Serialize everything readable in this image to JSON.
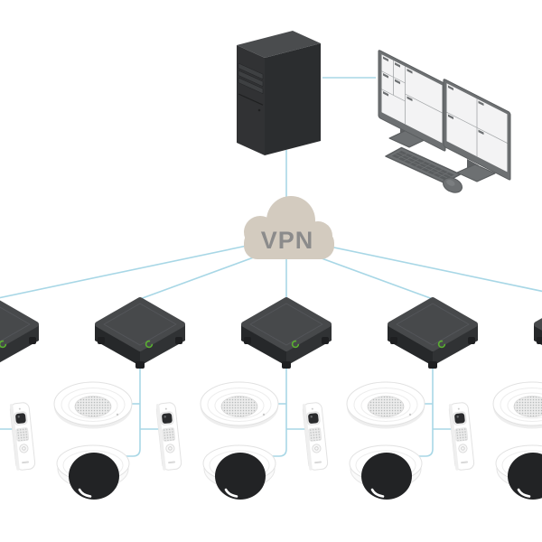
{
  "colors": {
    "background": "#ffffff",
    "connector": "#a8d7e6",
    "cloud": "#d3cbbf",
    "cloud_text": "#8b8b8b",
    "device_dark_top": "#47494b",
    "status_green": "#5ab031",
    "monitor_gray": "#6d7072",
    "screen_white": "#f3f3f4",
    "white_device": "#ffffff",
    "dome_lens": "#222325"
  },
  "diagram": {
    "cloud_label": "VPN",
    "device_kinds": {
      "server": "recording-server-tower",
      "client": "dual-monitor-client-workstation",
      "recorder": "network-recorder",
      "door_station": "door-station-intercom",
      "speaker": "ceiling-speaker",
      "camera": "dome-camera"
    },
    "recorder_count": 5,
    "site_group_count": 5
  }
}
